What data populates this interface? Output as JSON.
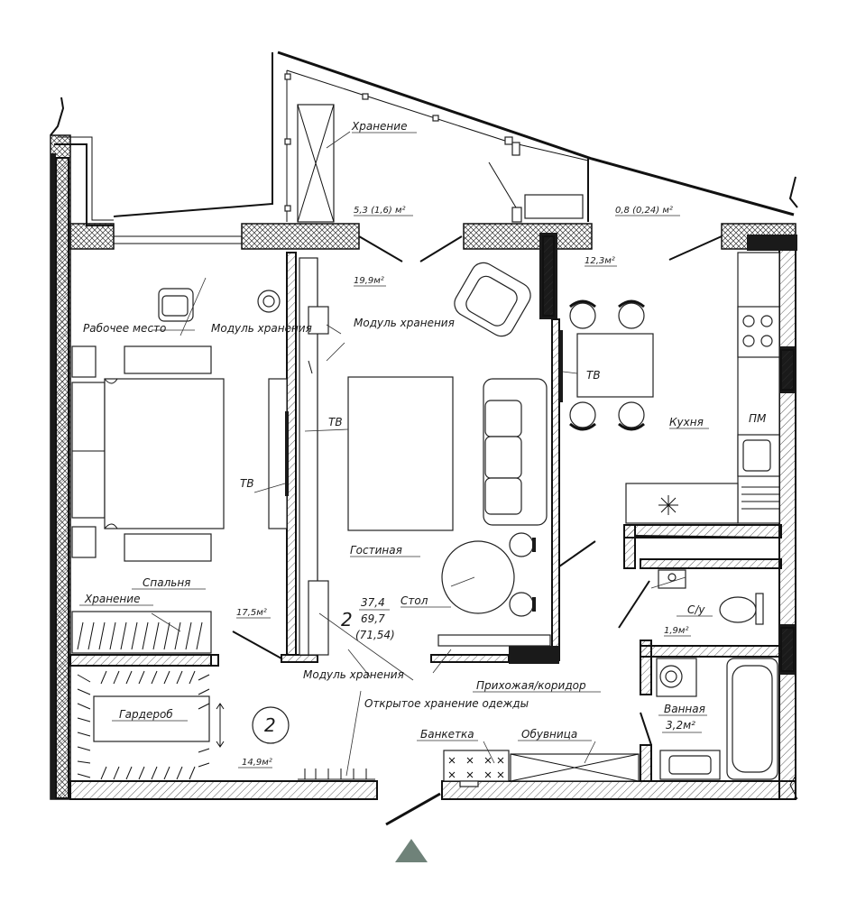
{
  "colors": {
    "wall_stroke": "#111111",
    "entrance_marker": "#6f8279",
    "background": "#ffffff"
  },
  "labels": {
    "storage_balcony": "Хранение",
    "balcony_left_area": "5,3 (1,6) м²",
    "balcony_right_area": "0,8 (0,24) м²",
    "hall_area": "19,9м²",
    "kitchen_area": "12,3м²",
    "workspace": "Рабочее место",
    "storage_module_bed": "Модуль хранения",
    "storage_module_top": "Модуль хранения",
    "tv_bedroom": "ТВ",
    "tv_hall": "ТВ",
    "tv_kitchen": "ТВ",
    "kitchen": "Кухня",
    "pm": "ПМ",
    "living_room": "Гостиная",
    "table": "Стол",
    "bedroom": "Спальня",
    "storage_bedroom": "Хранение",
    "bedroom_area": "17,5м²",
    "apt_number": "2",
    "apt_area_living": "37,4",
    "apt_area_total": "69,7",
    "apt_area_total_balc": "(71,54)",
    "storage_module_bottom": "Модуль хранения",
    "wc": "С/у",
    "wc_area": "1,9м²",
    "hallway": "Прихожая/коридор",
    "wardrobe": "Гардероб",
    "wardrobe_number": "2",
    "wardrobe_area": "14,9м²",
    "open_storage": "Открытое хранение одежды",
    "bench": "Банкетка",
    "shoe_rack": "Обувница",
    "bathroom": "Ванная",
    "bathroom_area": "3,2м²"
  }
}
